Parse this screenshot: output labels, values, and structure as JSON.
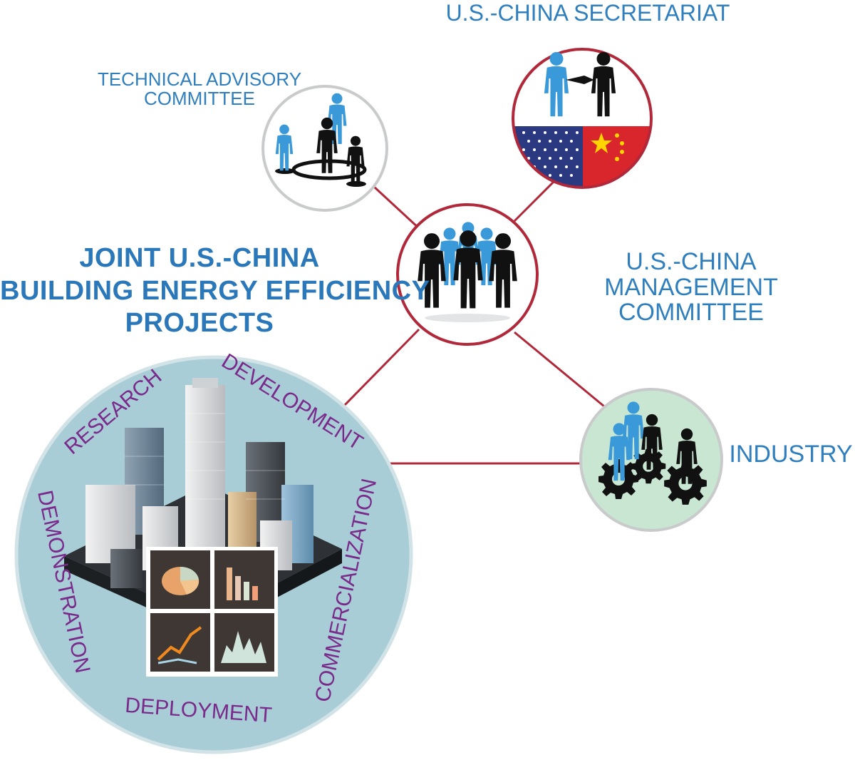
{
  "title_lines": [
    "JOINT U.S.-CHINA",
    "BUILDING ENERGY EFFICIENCY",
    "PROJECTS"
  ],
  "nodes": {
    "technical_advisory": [
      "TECHNICAL ADVISORY",
      "COMMITTEE"
    ],
    "secretariat": "U.S.-CHINA SECRETARIAT",
    "management": [
      "U.S.-CHINA MANAGEMENT",
      "COMMITTEE"
    ],
    "industry": "INDUSTRY"
  },
  "project_phases": {
    "research": "RESEARCH",
    "development": "DEVELOPMENT",
    "commercialization": "COMMERCIALIZATION",
    "deployment": "DEPLOYMENT",
    "demonstration": "DEMONSTRATION"
  },
  "colors": {
    "title_blue": "#2a78b9",
    "label_blue": "#2f7fbf",
    "phase_purple": "#7a2a8a",
    "connector_red": "#b0283a",
    "us_blue": "#2b3a80",
    "cn_red": "#d8262c",
    "person_blue": "#3a9ad9",
    "person_black": "#111111",
    "project_circle": "#a8cdd6",
    "industry_circle": "#c8e6d2"
  },
  "icons": [
    "people-network-icon",
    "handshake-icon",
    "us-flag-icon",
    "china-flag-icon",
    "team-icon",
    "gears-icon",
    "city-buildings-icon",
    "dashboard-charts-icon"
  ]
}
